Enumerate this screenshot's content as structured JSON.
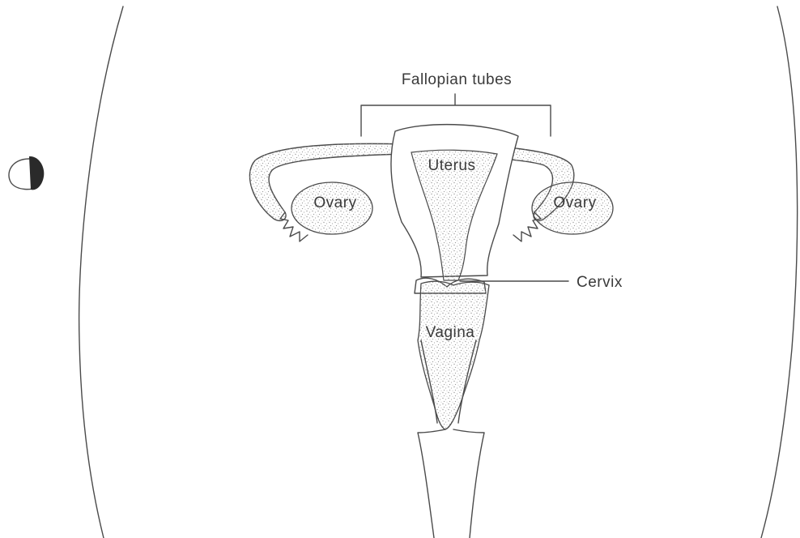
{
  "labels": {
    "fallopian_tubes": "Fallopian tubes",
    "uterus": "Uterus",
    "ovary_left": "Ovary",
    "ovary_right": "Ovary",
    "cervix": "Cervix",
    "vagina": "Vagina"
  },
  "colors": {
    "line": "#4a4a4a",
    "text": "#3a3a3a",
    "stipple": "#9a9a9a",
    "background": "#ffffff"
  }
}
